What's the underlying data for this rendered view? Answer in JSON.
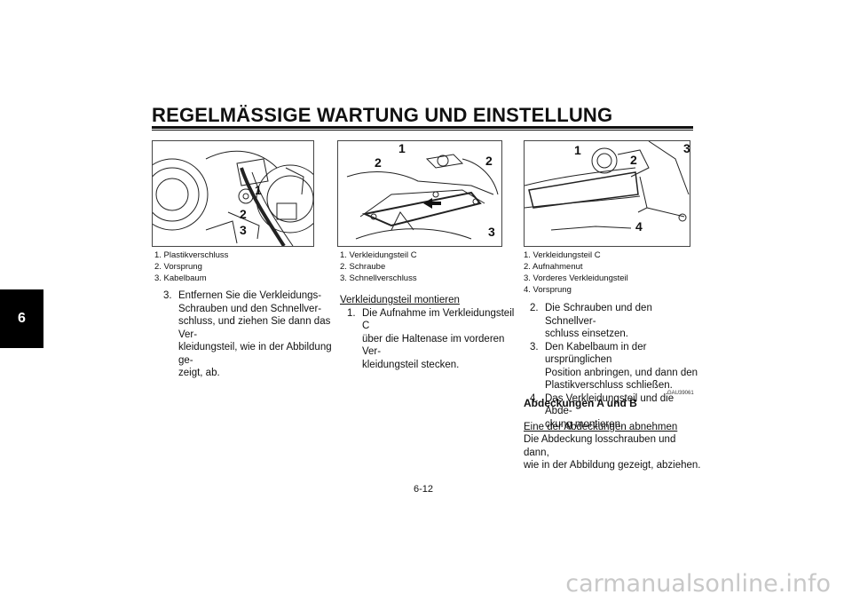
{
  "header": {
    "title": "REGELMÄSSIGE WARTUNG UND EINSTELLUNG"
  },
  "chapter_tab": "6",
  "figures": [
    {
      "callouts": [
        "1",
        "2",
        "3"
      ],
      "legend": [
        "1.  Plastikverschluss",
        "2.  Vorsprung",
        "3.  Kabelbaum"
      ]
    },
    {
      "callouts": [
        "1",
        "2",
        "2",
        "3"
      ],
      "legend": [
        "1.  Verkleidungsteil C",
        "2.  Schraube",
        "3.  Schnellverschluss"
      ]
    },
    {
      "callouts": [
        "1",
        "2",
        "3",
        "4"
      ],
      "legend": [
        "1.  Verkleidungsteil C",
        "2.  Aufnahmenut",
        "3.  Vorderes Verkleidungsteil",
        "4.  Vorsprung"
      ]
    }
  ],
  "col1": {
    "steps": [
      {
        "num": "3.",
        "text": "Entfernen Sie die Verkleidungs-\nSchrauben und den Schnellver-\nschluss, und ziehen Sie dann das Ver-\nkleidungsteil, wie in der Abbildung ge-\nzeigt, ab."
      }
    ]
  },
  "col2": {
    "subheading": "Verkleidungsteil montieren",
    "steps": [
      {
        "num": "1.",
        "text": "Die Aufnahme im Verkleidungsteil C\nüber die Haltenase im vorderen Ver-\nkleidungsteil stecken."
      }
    ]
  },
  "col3": {
    "steps": [
      {
        "num": "2.",
        "text": "Die Schrauben und den Schnellver-\nschluss einsetzen."
      },
      {
        "num": "3.",
        "text": "Den Kabelbaum in der ursprünglichen\nPosition anbringen, und dann den\nPlastikverschluss schließen."
      },
      {
        "num": "4.",
        "text": "Das Verkleidungsteil und die Abde-\nckung montieren."
      }
    ],
    "code": "GAU39061",
    "section_title": "Abdeckungen A und B",
    "subheading": "Eine der Abdeckungen abnehmen",
    "paragraph": "Die Abdeckung losschrauben und dann,\nwie in der Abbildung gezeigt, abziehen."
  },
  "page_number": "6-12",
  "watermark": "carmanualsonline.info"
}
